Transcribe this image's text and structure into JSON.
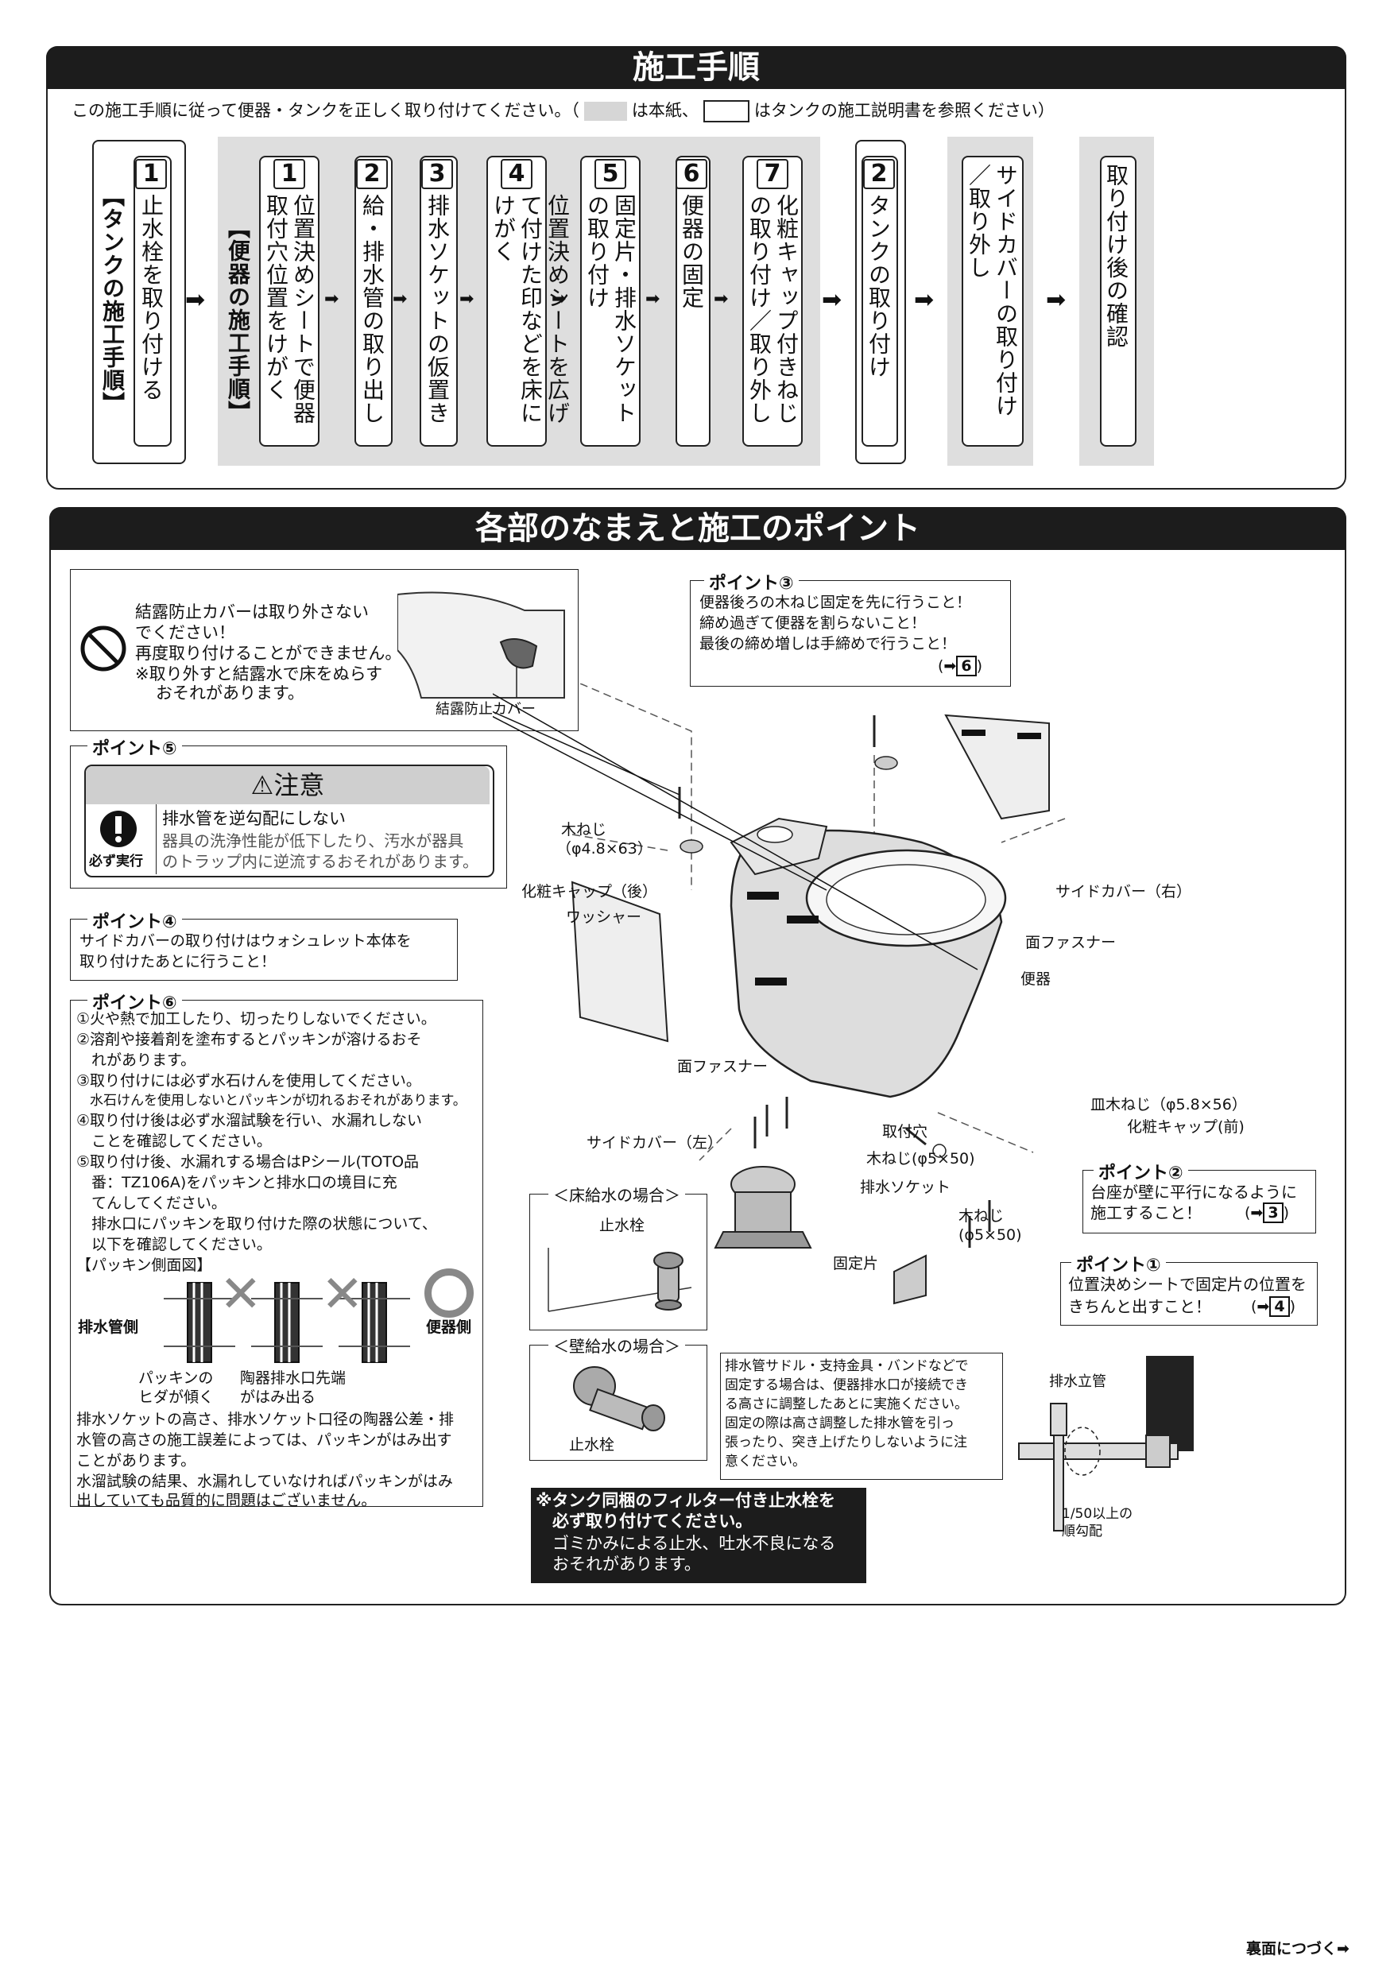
{
  "section1": {
    "title": "施工手順",
    "intro_a": "この施工手順に従って便器・タンクを正しく取り付けてください。（",
    "intro_b": "は本紙、",
    "intro_c": "はタンクの施工説明書を参照ください）",
    "tank_group_label": "【タンクの施工手順】",
    "bowl_group_label": "【便器の施工手順】",
    "steps": [
      {
        "num": "1",
        "text": "止水栓を取り付ける"
      },
      {
        "num": "1",
        "text": "位置決めシートで便器取付穴位置をけがく"
      },
      {
        "num": "2",
        "text": "給・排水管の取り出し"
      },
      {
        "num": "3",
        "text": "排水ソケットの仮置き"
      },
      {
        "num": "4",
        "text": "位置決めシートを広げて付けた印などを床にけがく"
      },
      {
        "num": "5",
        "text": "固定片・排水ソケットの取り付け"
      },
      {
        "num": "6",
        "text": "便器の固定"
      },
      {
        "num": "7",
        "text": "化粧キャップ付きねじの取り付け／取り外し"
      },
      {
        "num": "2",
        "text": "タンクの取り付け"
      },
      {
        "num": "",
        "text": "サイドカバーの取り付け／取り外し"
      },
      {
        "num": "",
        "text": "取り付け後の確認"
      }
    ]
  },
  "section2": {
    "title": "各部のなまえと施工のポイント",
    "prohibit": {
      "lines": [
        "結露防止カバーは取り外さない",
        "でください！",
        "再度取り付けることができません。",
        "※取り外すと結露水で床をぬらす",
        "おそれがあります。"
      ],
      "caption": "結露防止カバー"
    },
    "point5": {
      "label": "ポイント⑤",
      "caution_title": "注意",
      "must": "必ず実行",
      "lines": [
        "排水管を逆勾配にしない",
        "器具の洗浄性能が低下したり、汚水が器具",
        "のトラップ内に逆流するおそれがあります。"
      ]
    },
    "point4": {
      "label": "ポイント④",
      "lines": [
        "サイドカバーの取り付けはウォシュレット本体を",
        "取り付けたあとに行うこと！"
      ]
    },
    "point6": {
      "label": "ポイント⑥",
      "lines": [
        "①火や熱で加工したり、切ったりしないでください。",
        "②溶剤や接着剤を塗布するとパッキンが溶けるおそ",
        "　れがあります。",
        "③取り付けには必ず水石けんを使用してください。",
        "　水石けんを使用しないとパッキンが切れるおそれがあります。",
        "④取り付け後は必ず水溜試験を行い、水漏れしない",
        "　ことを確認してください。",
        "⑤取り付け後、水漏れする場合はPシール(TOTO品",
        "　番：TZ106A)をパッキンと排水口の境目に充",
        "　てんしてください。",
        "　排水口にパッキンを取り付けた際の状態について、",
        "　以下を確認してください。",
        "【パッキン側面図】"
      ],
      "pipe_side": "排水管側",
      "bowl_side": "便器側",
      "cap1": [
        "パッキンの",
        "ヒダが傾く"
      ],
      "cap2": [
        "陶器排水口先端",
        "がはみ出る"
      ],
      "tail": [
        "排水ソケットの高さ、排水ソケット口径の陶器公差・排",
        "水管の高さの施工誤差によっては、パッキンがはみ出す",
        "ことがあります。",
        "水溜試験の結果、水漏れしていなければパッキンがはみ",
        "出していても品質的に問題はございません。"
      ]
    },
    "point3": {
      "label": "ポイント③",
      "lines": [
        "便器後ろの木ねじ固定を先に行うこと！",
        "締め過ぎて便器を割らないこと！",
        "最後の締め増しは手締めで行うこと！"
      ],
      "ref": "6"
    },
    "point2": {
      "label": "ポイント②",
      "lines": [
        "台座が壁に平行になるように",
        "施工すること！"
      ],
      "ref": "3"
    },
    "point1": {
      "label": "ポイント①",
      "lines": [
        "位置決めシートで固定片の位置を",
        "きちんと出すこと！"
      ],
      "ref": "4"
    },
    "parts": {
      "wood_screw_back": [
        "木ねじ",
        "（φ4.8×63）"
      ],
      "cap_back": "化粧キャップ（後）",
      "washer": "ワッシャー",
      "side_cover_right": "サイドカバー（右）",
      "face_fastener": "面ファスナー",
      "bowl": "便器",
      "face_fastener2": "面ファスナー",
      "side_cover_left": "サイドカバー（左）",
      "mount_hole": "取付穴",
      "wood_screw_5": "木ねじ(φ5×50)",
      "dish_screw": "皿木ねじ（φ5.8×56）",
      "cap_front": "化粧キャップ(前)",
      "drain_socket": "排水ソケット",
      "wood_screw_5b": [
        "木ねじ",
        "(φ5×50)"
      ],
      "fixing_piece": "固定片"
    },
    "floor_supply": {
      "title": "＜床給水の場合＞",
      "valve": "止水栓"
    },
    "wall_supply": {
      "title": "＜壁給水の場合＞",
      "valve": "止水栓"
    },
    "pipe_note": [
      "排水管サドル・支持金具・バンドなどで",
      "固定する場合は、便器排水口が接続でき",
      "る高さに調整したあとに実施ください。",
      "固定の際は高さ調整した排水管を引っ",
      "張ったり、突き上げたりしないように注",
      "意ください。"
    ],
    "riser": "排水立管",
    "slope": [
      "1/50以上の",
      "順勾配"
    ],
    "filter_note": [
      "※タンク同梱のフィルター付き止水栓を",
      "　必ず取り付けてください。",
      "　ゴミかみによる止水、吐水不良になる",
      "　おそれがあります。"
    ]
  },
  "footer": {
    "continue": "裏面につづく"
  }
}
